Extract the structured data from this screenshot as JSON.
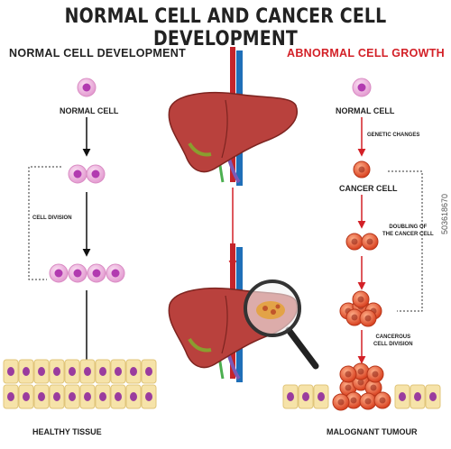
{
  "title": "NORMAL CELL AND CANCER CELL DEVELOPMENT",
  "left": {
    "heading": "NORMAL CELL DEVELOPMENT",
    "normal_cell": "NORMAL CELL",
    "cell_division": "CELL DIVISION",
    "healthy_tissue": "HEALTHY TISSUE"
  },
  "right": {
    "heading": "ABNORMAL CELL GROWTH",
    "normal_cell": "NORMAL CELL",
    "genetic_changes": "GENETIC CHANGES",
    "cancer_cell": "CANCER CELL",
    "doubling_1": "DOUBLING OF",
    "doubling_2": "THE CANCER CELL",
    "cancerous_1": "CANCEROUS",
    "cancerous_2": "CELL DIVISION",
    "malignant": "MALOGNANT TUMOUR"
  },
  "watermark": "503618670",
  "colors": {
    "normal_cell": "#e6a4d6",
    "nucleus": "#b23bb0",
    "cancer_cell": "#e04a2b",
    "liver": "#b9413d",
    "arrow_black": "#111111",
    "arrow_red": "#d32027",
    "tissue": "#f6e3a9"
  }
}
